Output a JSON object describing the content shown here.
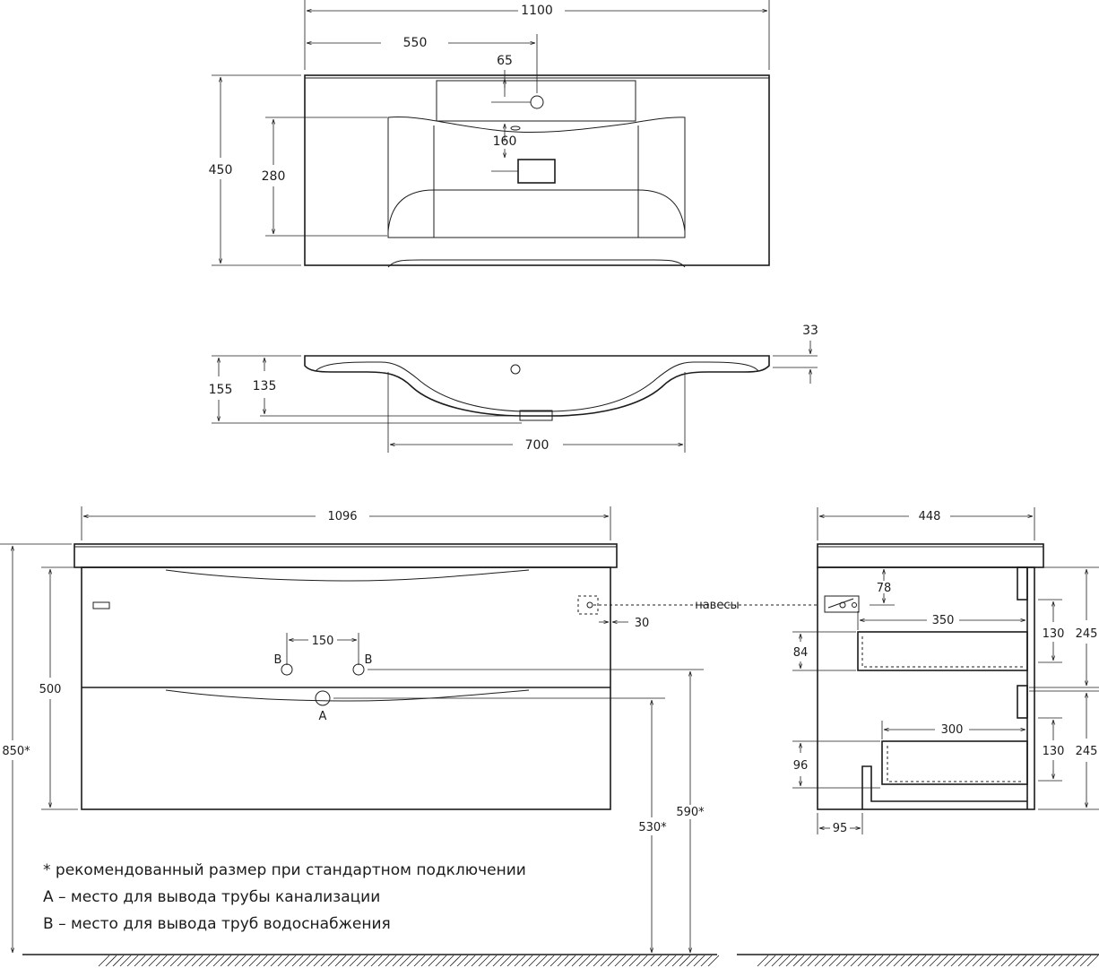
{
  "top_view": {
    "width": "1100",
    "half_width": "550",
    "faucet_offset": "65",
    "bowl_depth_offset": "160",
    "depth": "450",
    "bowl_depth": "280"
  },
  "side_view": {
    "rim_thickness": "33",
    "total_height": "155",
    "bowl_height": "135",
    "bowl_width": "700"
  },
  "front_view": {
    "width": "1096",
    "water_spacing": "150",
    "marker_b": "B",
    "marker_a": "A",
    "hinge_offset": "30",
    "height": "500",
    "floor_height": "850*",
    "drain_height": "530*",
    "water_height": "590*"
  },
  "profile_view": {
    "depth": "448",
    "hinges_label": "навесы",
    "hinge_top": "78",
    "upper_drawer_depth": "350",
    "upper_clearance": "130",
    "upper_section": "245",
    "upper_drawer_height": "84",
    "lower_drawer_depth": "300",
    "lower_clearance": "130",
    "lower_section": "245",
    "lower_drawer_height": "96",
    "plinth_offset": "95"
  },
  "notes": [
    "* рекомендованный размер при стандартном подключении",
    "А – место для вывода трубы канализации",
    "В – место для вывода труб водоснабжения"
  ]
}
